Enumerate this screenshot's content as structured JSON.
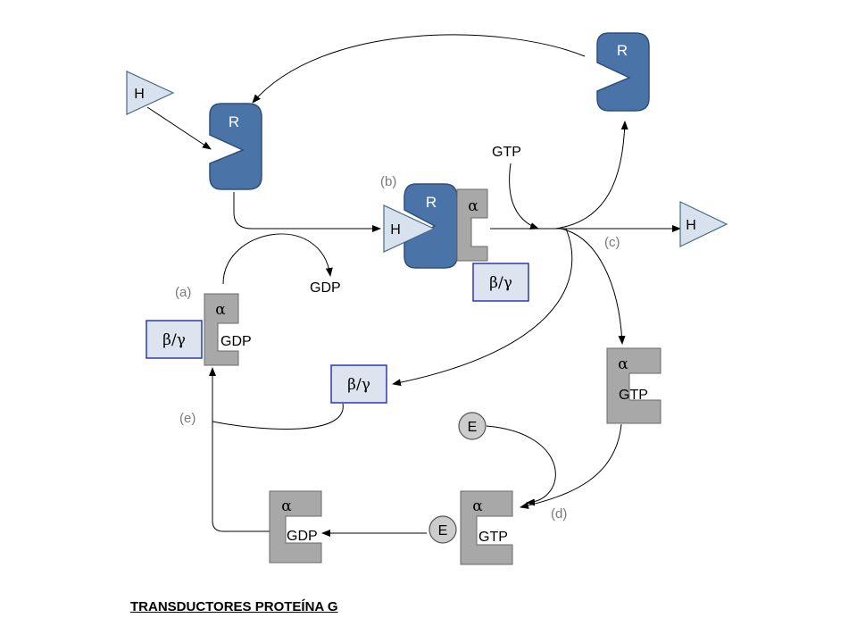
{
  "colors": {
    "receptor_fill": "#4a74a8",
    "receptor_stroke": "#2f4f7a",
    "hormone_fill": "#d7e2ee",
    "subunit_fill": "#a8a8a8",
    "betagamma_fill": "#dde4f0",
    "betagamma_stroke": "#2a3bb0",
    "effector_fill": "#cccccc",
    "step_label": "#7a7a7a"
  },
  "labels": {
    "receptor": "R",
    "hormone": "H",
    "alpha": "α",
    "betagamma": "β/γ",
    "gtp": "GTP",
    "gdp": "GDP",
    "effector": "E"
  },
  "steps": {
    "a": "(a)",
    "b": "(b)",
    "c": "(c)",
    "d": "(d)",
    "e": "(e)"
  },
  "caption": "TRANSDUCTORES PROTEÍNA G",
  "icons": [
    "receptor-shape",
    "hormone-triangle",
    "g-alpha-subunit",
    "beta-gamma-box",
    "effector-circle",
    "arrow"
  ]
}
